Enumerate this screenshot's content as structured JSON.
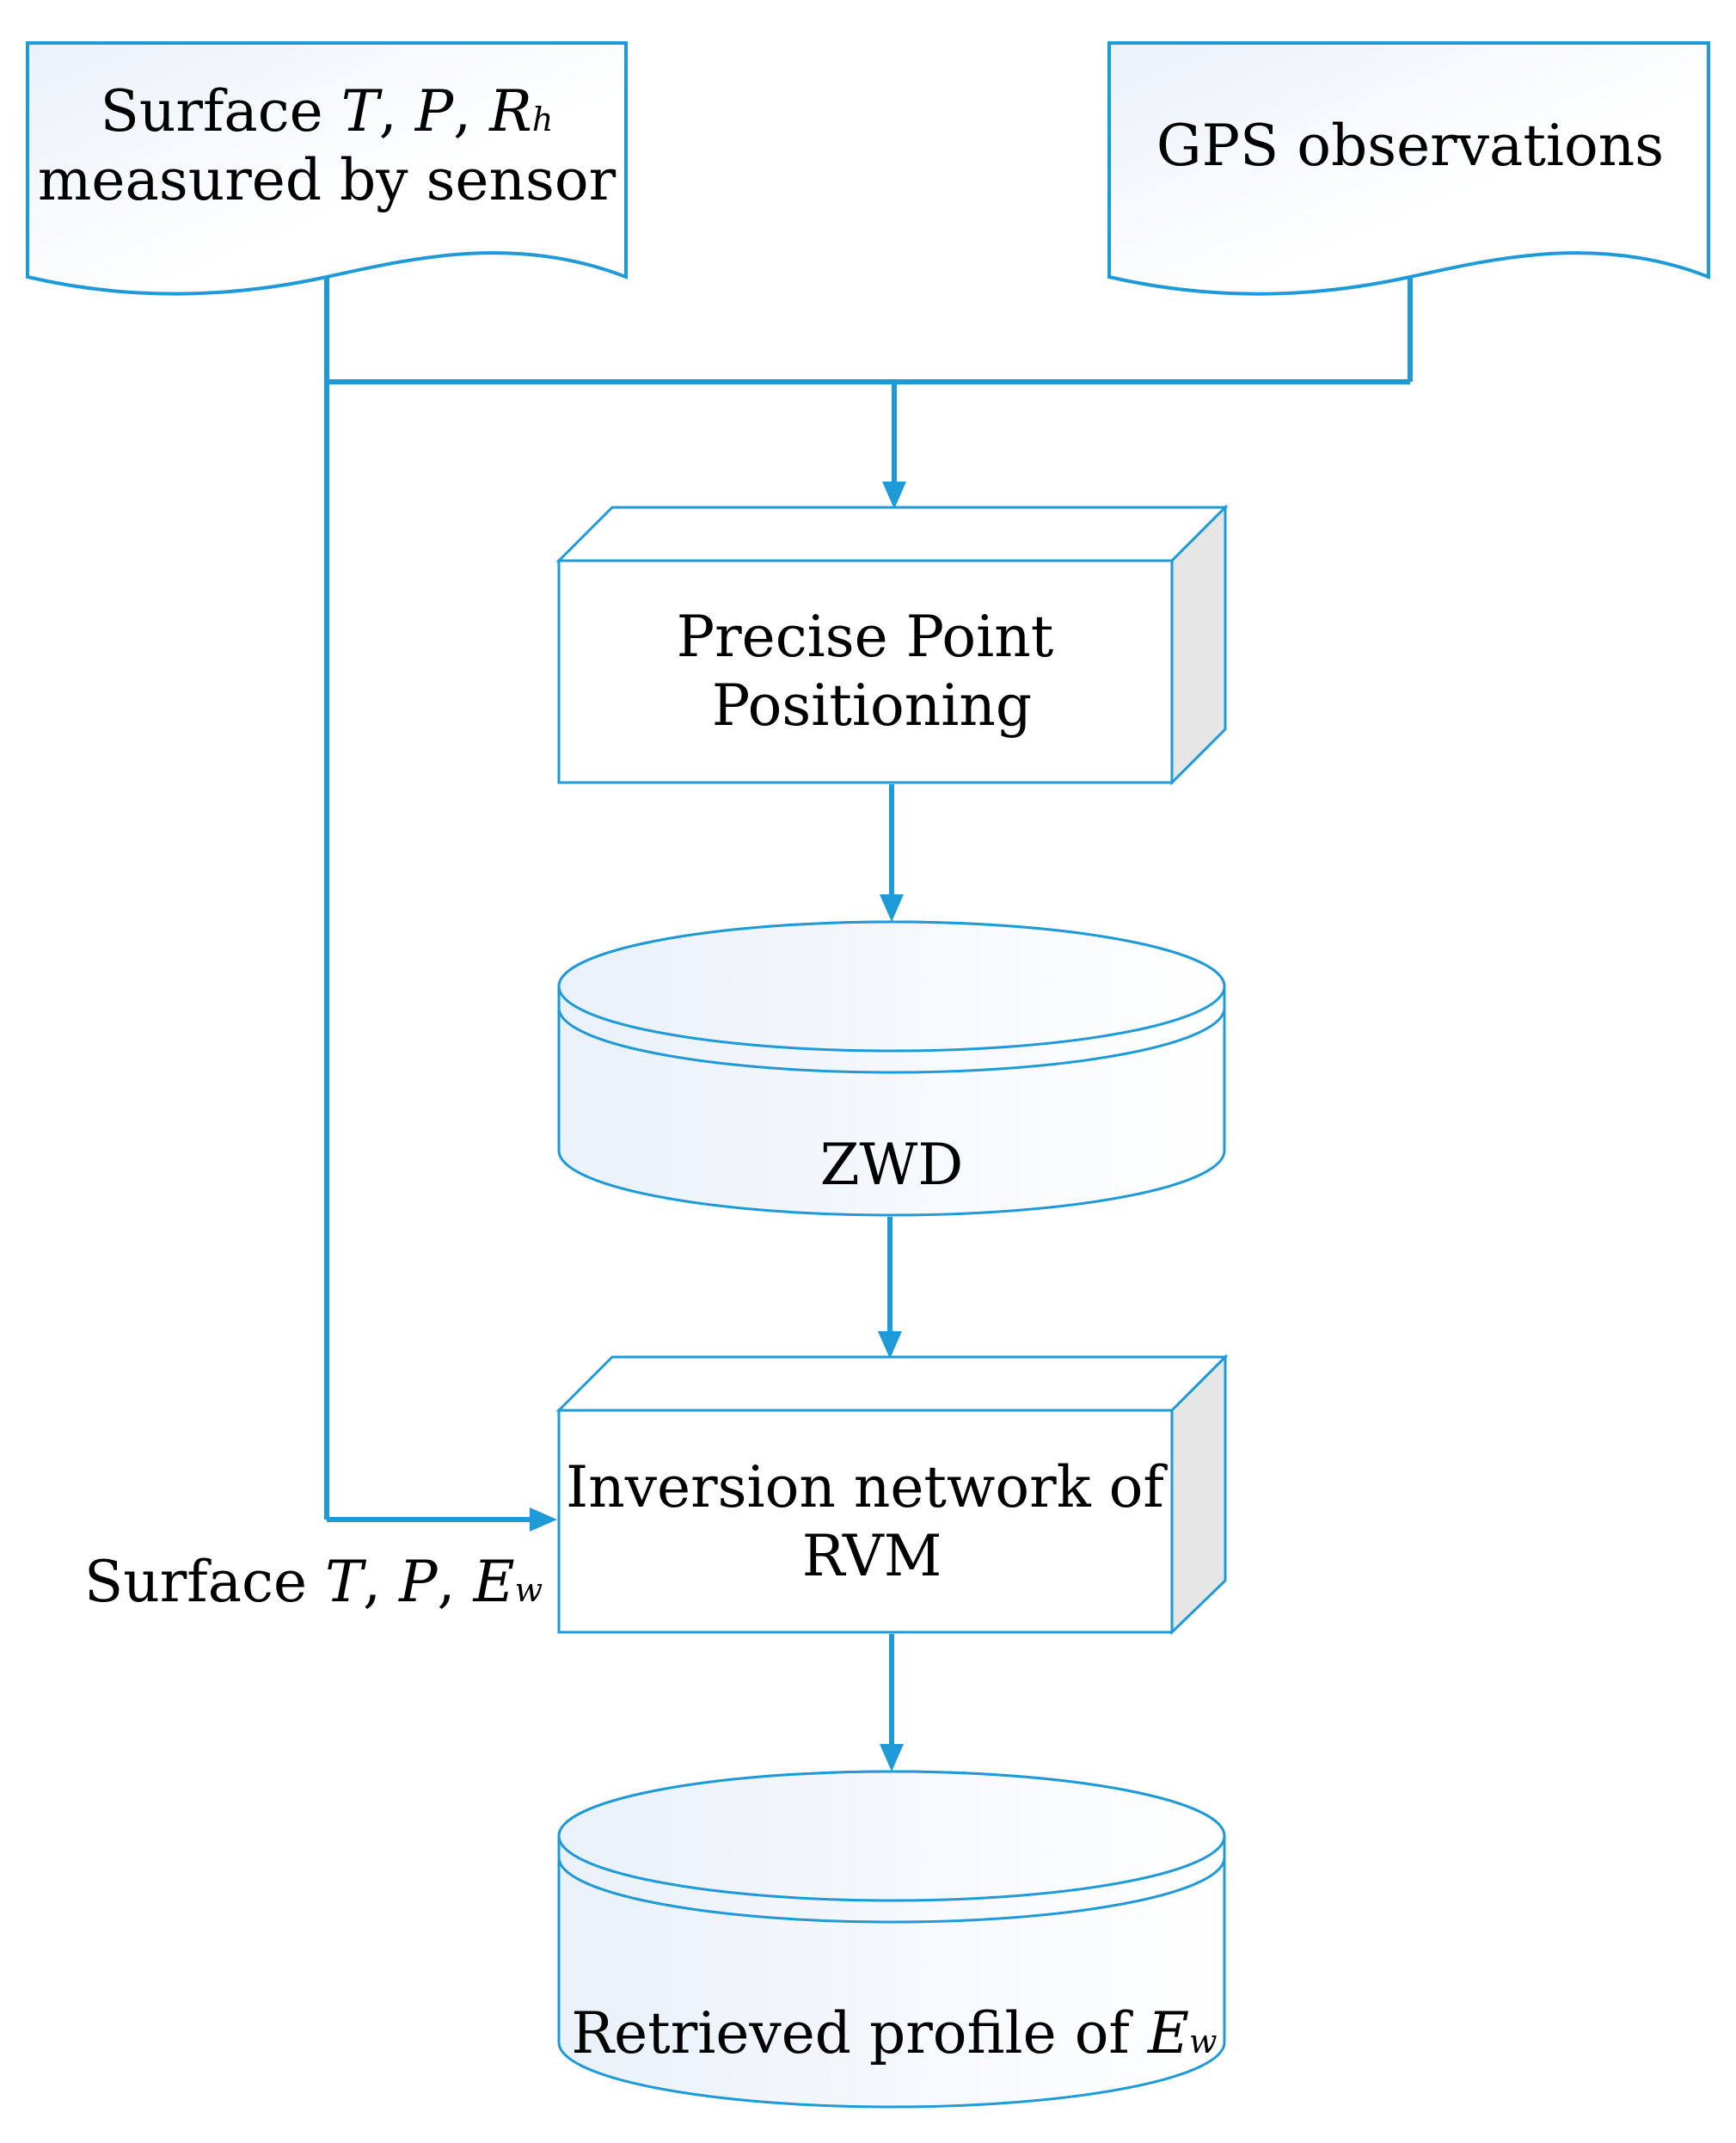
{
  "colors": {
    "stroke": "#1E9AD8",
    "fill_light": "#EAF1FA",
    "fill_white": "#FFFFFF",
    "side_face": "#E6E6E6",
    "text": "#000000"
  },
  "nodes": {
    "sensor_doc": {
      "line1": {
        "prefix": "Surface ",
        "t": "T",
        "sep1": ", ",
        "p": "P",
        "sep2": ", ",
        "r": "R",
        "r_sub": "h"
      },
      "line2": "measured by sensor"
    },
    "gps_doc": {
      "label": "GPS observations"
    },
    "ppp_box": {
      "line1": "Precise Point",
      "line2": "Positioning"
    },
    "zwd_db": {
      "label": "ZWD"
    },
    "rvm_box": {
      "line1": "Inversion network of",
      "line2": "RVM"
    },
    "profile_db": {
      "prefix": "Retrieved profile of ",
      "e": "E",
      "e_sub": "w"
    }
  },
  "edges": {
    "side_label": {
      "prefix": "Surface ",
      "t": "T",
      "sep1": ", ",
      "p": "P",
      "sep2": ", ",
      "e": "E",
      "e_sub": "w"
    }
  }
}
